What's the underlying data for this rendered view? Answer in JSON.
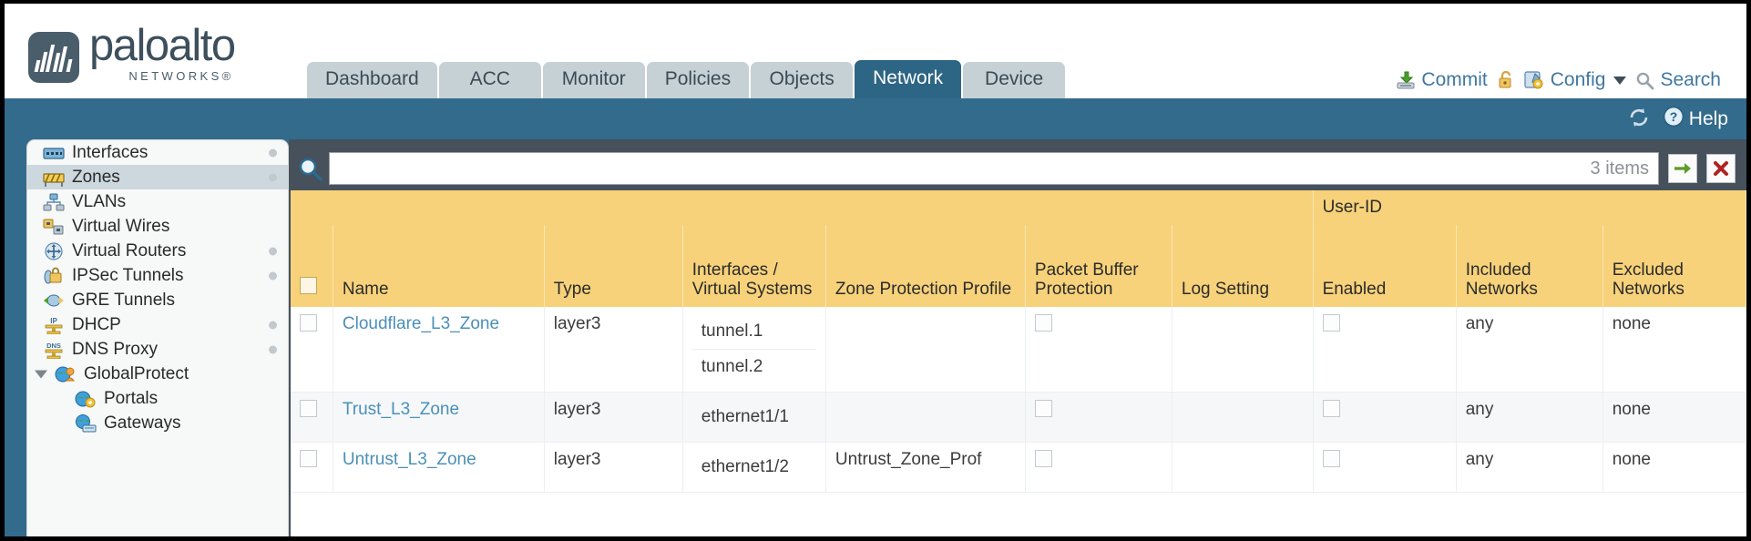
{
  "brand": {
    "name": "paloalto",
    "tagline": "NETWORKS",
    "registered": "®"
  },
  "tabs": [
    {
      "label": "Dashboard",
      "active": false
    },
    {
      "label": "ACC",
      "active": false
    },
    {
      "label": "Monitor",
      "active": false
    },
    {
      "label": "Policies",
      "active": false
    },
    {
      "label": "Objects",
      "active": false
    },
    {
      "label": "Network",
      "active": true
    },
    {
      "label": "Device",
      "active": false
    }
  ],
  "header_actions": {
    "commit": "Commit",
    "lock_icon": "padlock-icon",
    "config": "Config",
    "search": "Search"
  },
  "band": {
    "refresh_icon": "refresh-icon",
    "help": "Help"
  },
  "sidebar": {
    "items": [
      {
        "label": "Interfaces",
        "icon": "interfaces-icon",
        "selected": false,
        "dot": true,
        "child": false,
        "arrow": false
      },
      {
        "label": "Zones",
        "icon": "zones-icon",
        "selected": true,
        "dot": true,
        "child": false,
        "arrow": false
      },
      {
        "label": "VLANs",
        "icon": "vlans-icon",
        "selected": false,
        "dot": false,
        "child": false,
        "arrow": false
      },
      {
        "label": "Virtual Wires",
        "icon": "virtual-wires-icon",
        "selected": false,
        "dot": false,
        "child": false,
        "arrow": false
      },
      {
        "label": "Virtual Routers",
        "icon": "virtual-routers-icon",
        "selected": false,
        "dot": true,
        "child": false,
        "arrow": false
      },
      {
        "label": "IPSec Tunnels",
        "icon": "ipsec-tunnels-icon",
        "selected": false,
        "dot": true,
        "child": false,
        "arrow": false
      },
      {
        "label": "GRE Tunnels",
        "icon": "gre-tunnels-icon",
        "selected": false,
        "dot": false,
        "child": false,
        "arrow": false
      },
      {
        "label": "DHCP",
        "icon": "dhcp-icon",
        "selected": false,
        "dot": true,
        "child": false,
        "arrow": false
      },
      {
        "label": "DNS Proxy",
        "icon": "dns-proxy-icon",
        "selected": false,
        "dot": true,
        "child": false,
        "arrow": false
      },
      {
        "label": "GlobalProtect",
        "icon": "globalprotect-icon",
        "selected": false,
        "dot": false,
        "child": false,
        "arrow": true
      },
      {
        "label": "Portals",
        "icon": "portals-icon",
        "selected": false,
        "dot": false,
        "child": true,
        "arrow": false
      },
      {
        "label": "Gateways",
        "icon": "gateways-icon",
        "selected": false,
        "dot": false,
        "child": true,
        "arrow": false
      }
    ]
  },
  "search": {
    "value": "",
    "placeholder": "",
    "items_count": "3 items",
    "apply_icon": "green-arrow-icon",
    "clear_icon": "red-x-icon",
    "magnifier_icon": "magnifier-icon"
  },
  "table": {
    "group_header": "User-ID",
    "columns": [
      "Name",
      "Type",
      "Interfaces / Virtual Systems",
      "Zone Protection Profile",
      "Packet Buffer Protection",
      "Log Setting",
      "Enabled",
      "Included Networks",
      "Excluded Networks"
    ],
    "rows": [
      {
        "checked": false,
        "name": "Cloudflare_L3_Zone",
        "type": "layer3",
        "interfaces": [
          "tunnel.1",
          "tunnel.2"
        ],
        "zone_protection_profile": "",
        "packet_buffer_protection": false,
        "log_setting": "",
        "userid_enabled": false,
        "included_networks": "any",
        "excluded_networks": "none"
      },
      {
        "checked": false,
        "name": "Trust_L3_Zone",
        "type": "layer3",
        "interfaces": [
          "ethernet1/1"
        ],
        "zone_protection_profile": "",
        "packet_buffer_protection": false,
        "log_setting": "",
        "userid_enabled": false,
        "included_networks": "any",
        "excluded_networks": "none"
      },
      {
        "checked": false,
        "name": "Untrust_L3_Zone",
        "type": "layer3",
        "interfaces": [
          "ethernet1/2"
        ],
        "zone_protection_profile": "Untrust_Zone_Prof",
        "packet_buffer_protection": false,
        "log_setting": "",
        "userid_enabled": false,
        "included_networks": "any",
        "excluded_networks": "none"
      }
    ]
  },
  "colors": {
    "brand_blue": "#336b8c",
    "tab_active": "#2d6585",
    "header_gold": "#f7d27a",
    "group_gold": "#e0ae3c",
    "link_blue": "#4a90b8",
    "toolbar_dark": "#46515b"
  }
}
